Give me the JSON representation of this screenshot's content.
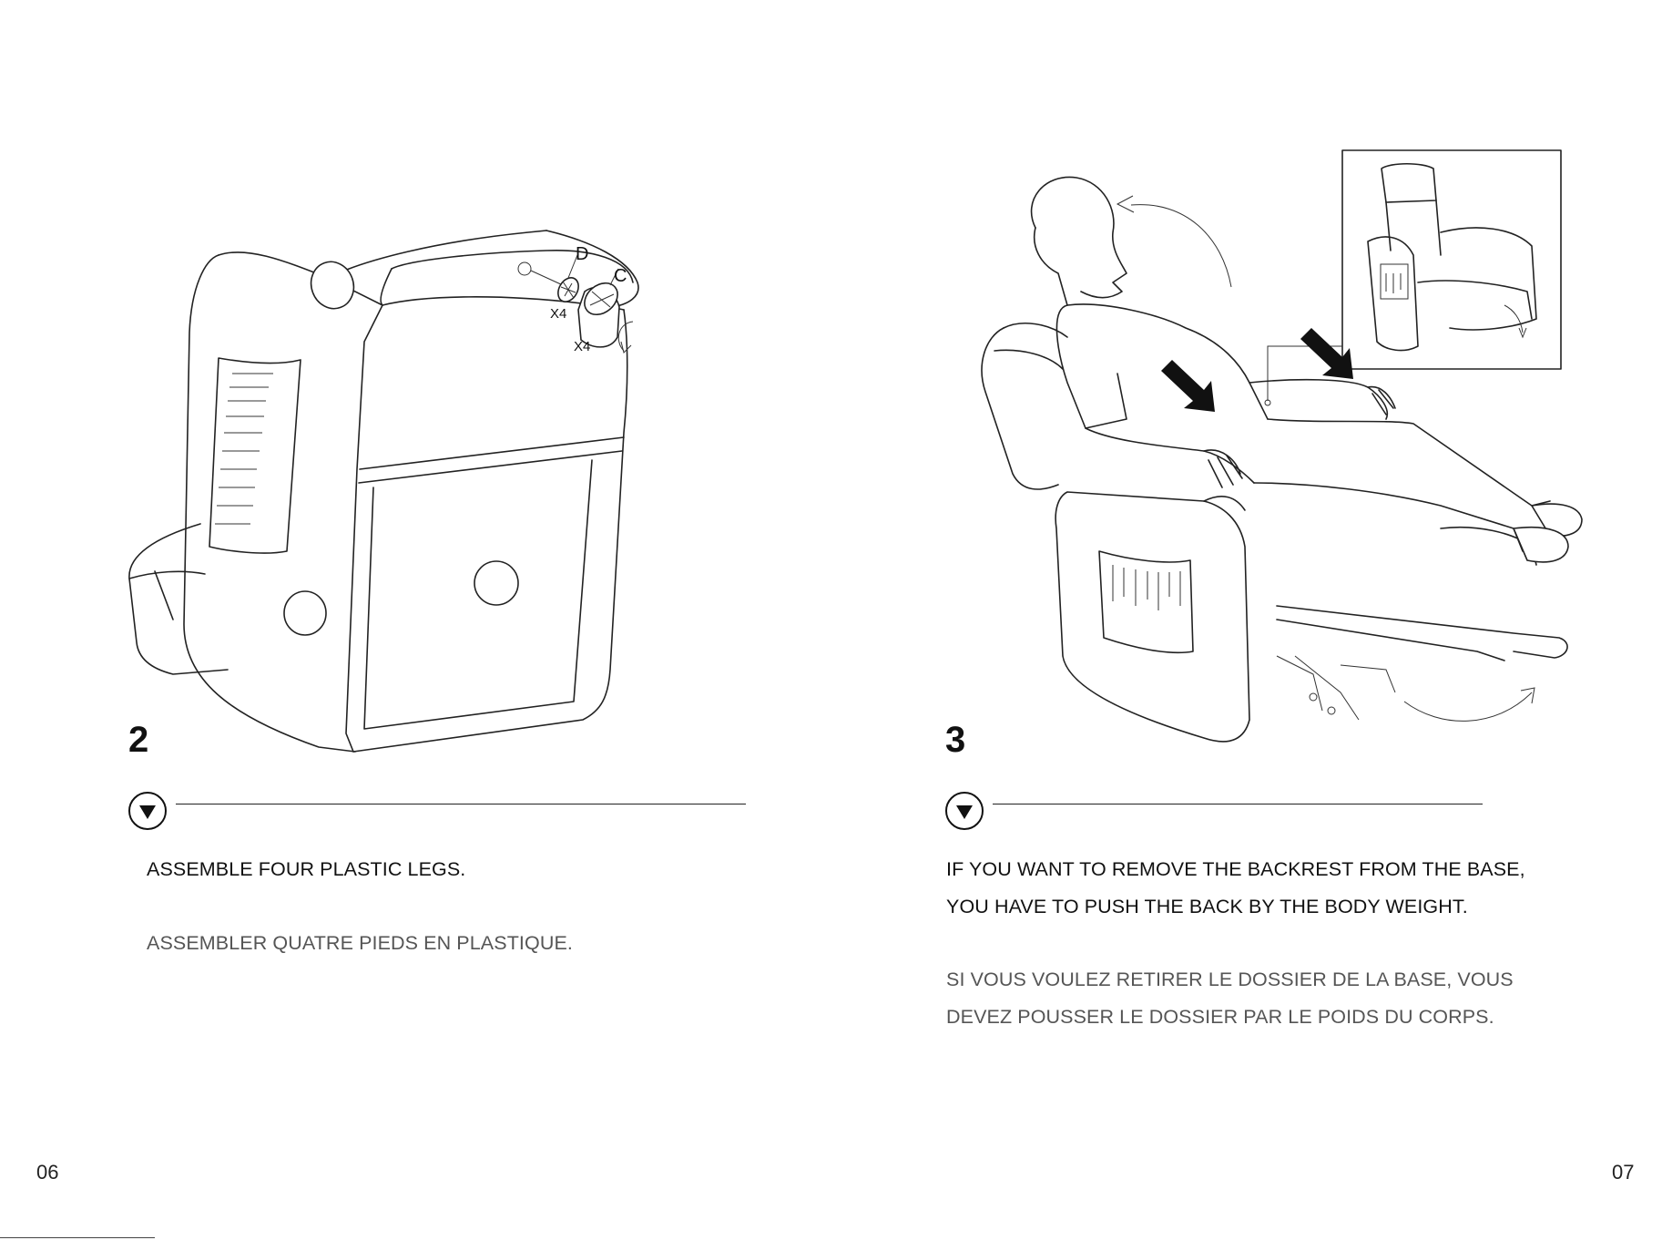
{
  "left_page": {
    "step_number": "2",
    "part_label_d": "D",
    "part_label_c": "C",
    "qty_d": "X4",
    "qty_c": "X4",
    "instruction_en": "ASSEMBLE FOUR PLASTIC LEGS.",
    "instruction_fr": "ASSEMBLER QUATRE PIEDS EN PLASTIQUE.",
    "page_number": "06",
    "icon": "triangle-down-icon"
  },
  "right_page": {
    "step_number": "3",
    "instruction_en_line1": "IF YOU WANT TO REMOVE THE BACKREST FROM THE BASE,",
    "instruction_en_line2": "YOU HAVE TO PUSH THE BACK BY THE BODY WEIGHT.",
    "instruction_fr_line1": "SI VOUS VOULEZ RETIRER LE DOSSIER DE LA BASE, VOUS",
    "instruction_fr_line2": "DEVEZ POUSSER LE DOSSIER PAR LE POIDS DU CORPS.",
    "page_number": "07",
    "icon": "triangle-down-icon"
  }
}
